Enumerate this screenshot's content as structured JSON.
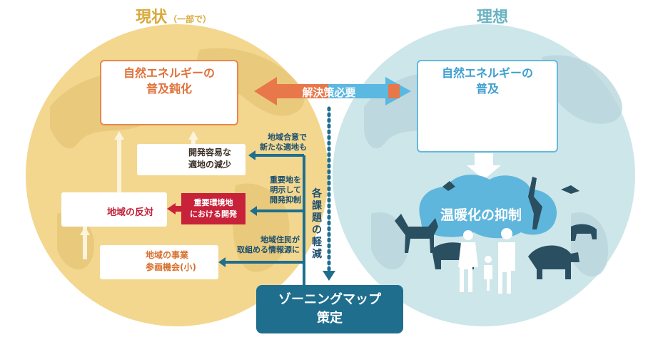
{
  "left_panel": {
    "title": "現状",
    "title_sub": "（一部で）",
    "main_box_line1": "自然エネルギーの",
    "main_box_line2": "普及鈍化",
    "development_line1": "開発容易な",
    "development_line2": "適地の減少",
    "opposition": "地域の反対",
    "env_dev_line1": "重要環境地",
    "env_dev_line2": "における開発",
    "participation_line1": "地域の事業",
    "participation_line2": "参画機会(小)"
  },
  "right_panel": {
    "title": "理想",
    "main_box_line1": "自然エネルギーの",
    "main_box_line2": "普及",
    "warming": "温暖化の抑制"
  },
  "center": {
    "need": "解決策必要",
    "note1_line1": "地域合意で",
    "note1_line2": "新たな適地も",
    "note2_line1": "重要地を",
    "note2_line2": "明示して",
    "note2_line3": "開発抑制",
    "note3_line1": "地域住民が",
    "note3_line2": "取組める情報源に",
    "vertical_label": [
      "各",
      "課",
      "題",
      "の",
      "軽",
      "減"
    ],
    "zoning_line1": "ゾーニングマップ",
    "zoning_line2": "策定"
  },
  "colors": {
    "left_globe": "#f3d78f",
    "right_globe": "#cde6ea",
    "orange": "#e8884c",
    "blue": "#66b9dc",
    "dark_teal": "#1f6e8e",
    "red": "#c8213a"
  }
}
